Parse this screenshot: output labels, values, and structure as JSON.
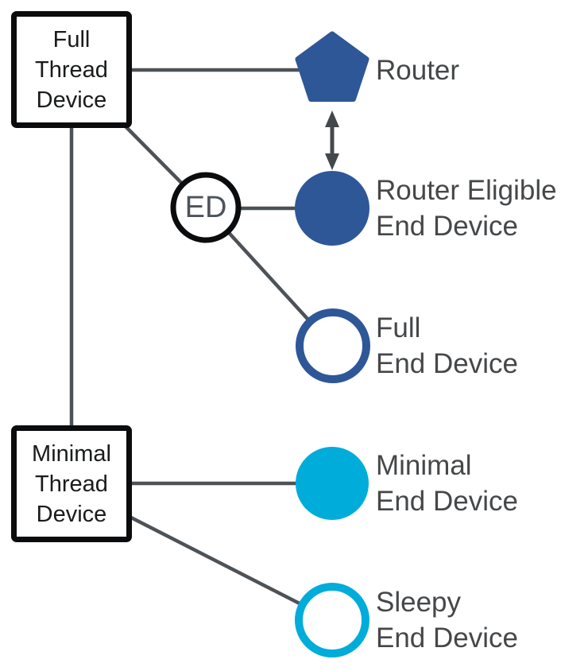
{
  "diagram": {
    "background": "#ffffff",
    "colors": {
      "router_blue": "#2e5797",
      "device_cyan": "#00acda",
      "connector_gray": "#4d5257",
      "arrow_gray": "#43484c",
      "label_gray": "#454749",
      "box_border": "#0b0c0d"
    },
    "boxes": {
      "full_thread_device": {
        "lines": [
          "Full",
          "Thread",
          "Device"
        ]
      },
      "minimal_thread_device": {
        "lines": [
          "Minimal",
          "Thread",
          "Device"
        ]
      }
    },
    "badge": {
      "label": "ED"
    },
    "legend": {
      "router": {
        "label": "Router",
        "shape": "pentagon-filled"
      },
      "router_eligible_end_device": {
        "lines": [
          "Router Eligible",
          "End Device"
        ],
        "shape": "circle-filled-blue"
      },
      "full_end_device": {
        "lines": [
          "Full",
          "End Device"
        ],
        "shape": "circle-outline-blue"
      },
      "minimal_end_device": {
        "lines": [
          "Minimal",
          "End Device"
        ],
        "shape": "circle-filled-cyan"
      },
      "sleepy_end_device": {
        "lines": [
          "Sleepy",
          "End Device"
        ],
        "shape": "circle-outline-cyan"
      }
    },
    "edges": [
      {
        "from": "full-thread-device",
        "to": "router",
        "style": "line"
      },
      {
        "from": "full-thread-device",
        "to": "ed-badge",
        "style": "line"
      },
      {
        "from": "ed-badge",
        "to": "router-eligible-end-device",
        "style": "line"
      },
      {
        "from": "ed-badge",
        "to": "full-end-device",
        "style": "line"
      },
      {
        "from": "full-thread-device",
        "to": "minimal-thread-device",
        "style": "line"
      },
      {
        "from": "minimal-thread-device",
        "to": "minimal-end-device",
        "style": "line"
      },
      {
        "from": "minimal-thread-device",
        "to": "sleepy-end-device",
        "style": "line"
      },
      {
        "from": "router",
        "to": "router-eligible-end-device",
        "style": "double-headed-arrow"
      }
    ]
  }
}
